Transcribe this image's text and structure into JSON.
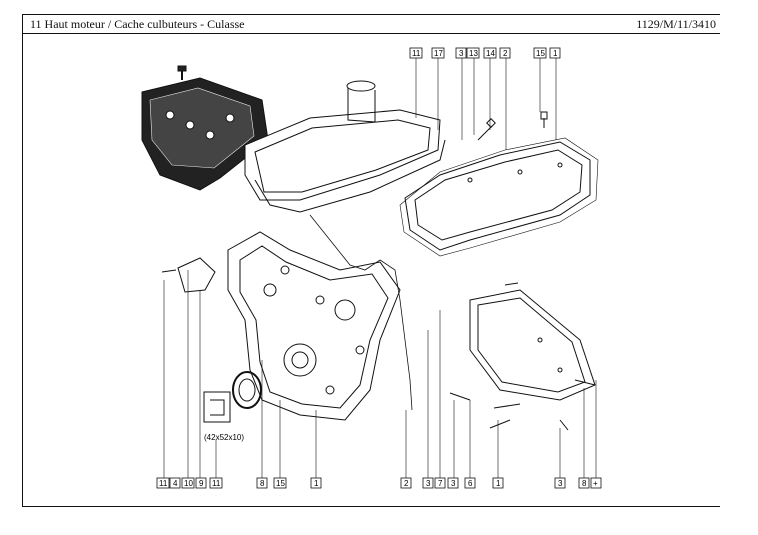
{
  "header": {
    "title": "11 Haut moteur / Cache culbuteurs - Culasse",
    "code": "1129/M/11/3410"
  },
  "diagram": {
    "dimension_note": "(42x52x10)",
    "top_callouts": [
      "11",
      "17",
      "3",
      "13",
      "14",
      "2",
      "15",
      "1"
    ],
    "bottom_callouts": [
      "11",
      "4",
      "10",
      "9",
      "11",
      "8",
      "15",
      "1",
      "2",
      "3",
      "7",
      "3",
      "6",
      "1",
      "3",
      "8",
      "+"
    ]
  }
}
